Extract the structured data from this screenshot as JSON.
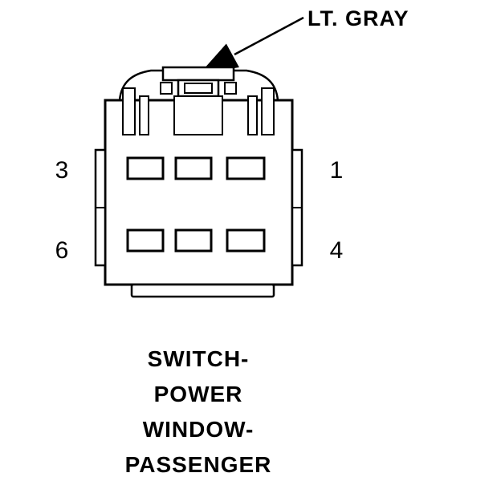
{
  "diagram": {
    "wire_color_label": "LT. GRAY",
    "pins": {
      "top_left": "3",
      "bottom_left": "6",
      "top_right": "1",
      "bottom_right": "4"
    },
    "caption_lines": [
      "SWITCH-",
      "POWER",
      "WINDOW-",
      "PASSENGER"
    ],
    "colors": {
      "line": "#000000",
      "background": "#ffffff"
    }
  }
}
